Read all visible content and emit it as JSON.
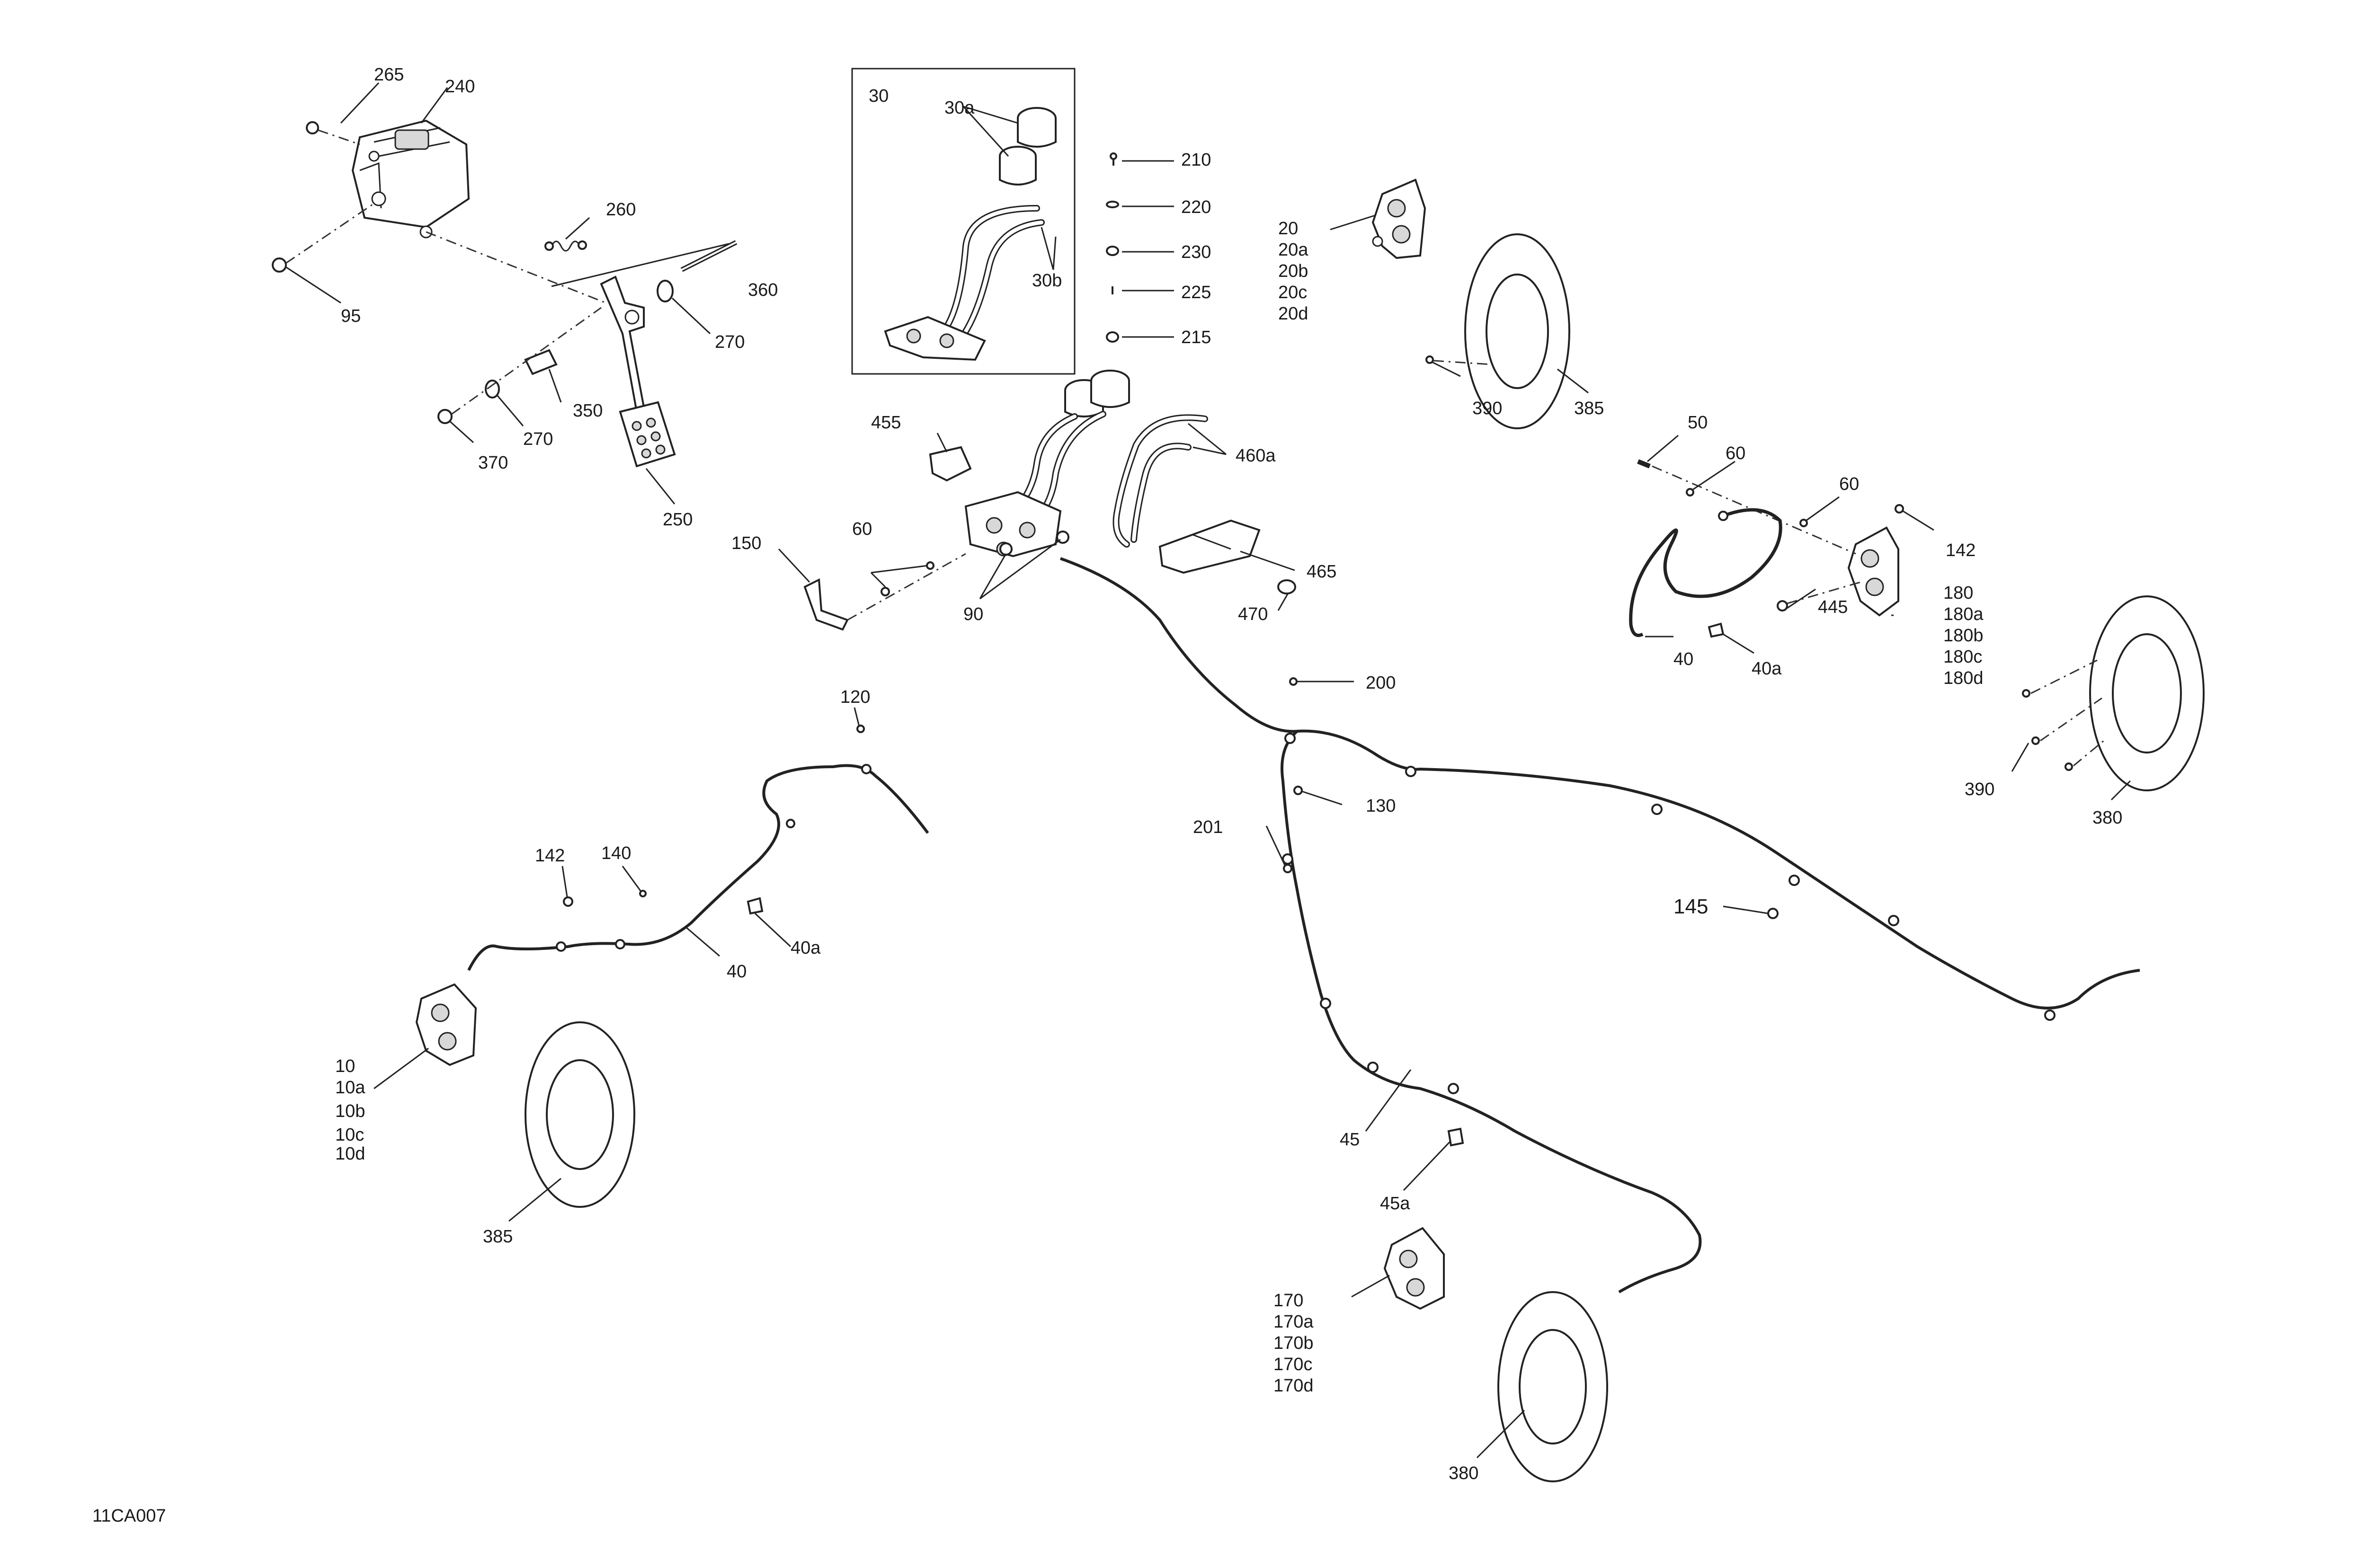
{
  "diagram_code": "11CA007",
  "labels": {
    "l265": "265",
    "l240": "240",
    "l260": "260",
    "l95": "95",
    "l360": "360",
    "l270a": "270",
    "l350": "350",
    "l270b": "270",
    "l370": "370",
    "l250": "250",
    "l30": "30",
    "l30a": "30a",
    "l30b": "30b",
    "l210": "210",
    "l220": "220",
    "l230": "230",
    "l225": "225",
    "l215": "215",
    "l455": "455",
    "l460a": "460a",
    "l465": "465",
    "l470": "470",
    "l150": "150",
    "l60a": "60",
    "l90": "90",
    "l20": "20",
    "l20a": "20a",
    "l20b": "20b",
    "l20c": "20c",
    "l20d": "20d",
    "l390a": "390",
    "l385a": "385",
    "l50": "50",
    "l60b": "60",
    "l60c": "60",
    "l142a": "142",
    "l180": "180",
    "l180a": "180a",
    "l180b": "180b",
    "l180c": "180c",
    "l180d": "180d",
    "l40a": "40",
    "l40aa": "40a",
    "l445": "445",
    "l390b": "390",
    "l380a": "380",
    "l200": "200",
    "l130": "130",
    "l201": "201",
    "l145": "145",
    "l120": "120",
    "l142b": "142",
    "l140": "140",
    "l40b": "40",
    "l40ab": "40a",
    "l10": "10",
    "l10a": "10a",
    "l10b": "10b",
    "l10c": "10c",
    "l10d": "10d",
    "l385b": "385",
    "l45": "45",
    "l45a": "45a",
    "l170": "170",
    "l170a": "170a",
    "l170b": "170b",
    "l170c": "170c",
    "l170d": "170d",
    "l380b": "380"
  }
}
